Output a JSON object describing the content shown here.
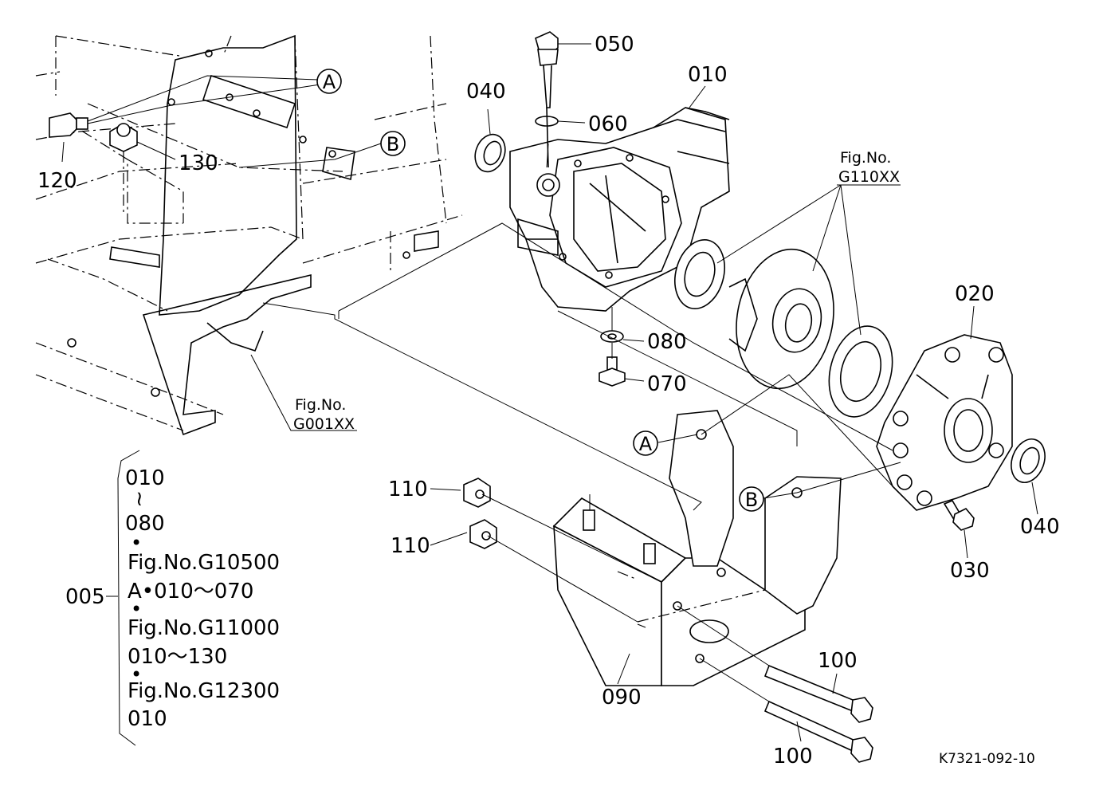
{
  "callouts": {
    "c050": "050",
    "c010": "010",
    "c040a": "040",
    "c060": "060",
    "c120": "120",
    "c130": "130",
    "c020": "020",
    "c080": "080",
    "c070": "070",
    "c110a": "110",
    "c110b": "110",
    "c090": "090",
    "c100a": "100",
    "c100b": "100",
    "c040b": "040",
    "c030": "030",
    "c005": "005"
  },
  "circle_refs": {
    "a_top": "A",
    "b_top": "B",
    "a_bracket": "A",
    "b_bracket": "B"
  },
  "fig_refs": {
    "g110": {
      "line1": "Fig.No.",
      "line2": "G110XX"
    },
    "g001": {
      "line1": "Fig.No.",
      "line2": "G001XX"
    }
  },
  "assembly_group": {
    "lines": [
      "010",
      "≀",
      "080",
      "•",
      "Fig.No.G10500",
      "A•010〜070",
      "•",
      "Fig.No.G11000",
      "010〜130",
      "•",
      "Fig.No.G12300",
      "010"
    ]
  },
  "drawing_code": "K7321-092-10"
}
